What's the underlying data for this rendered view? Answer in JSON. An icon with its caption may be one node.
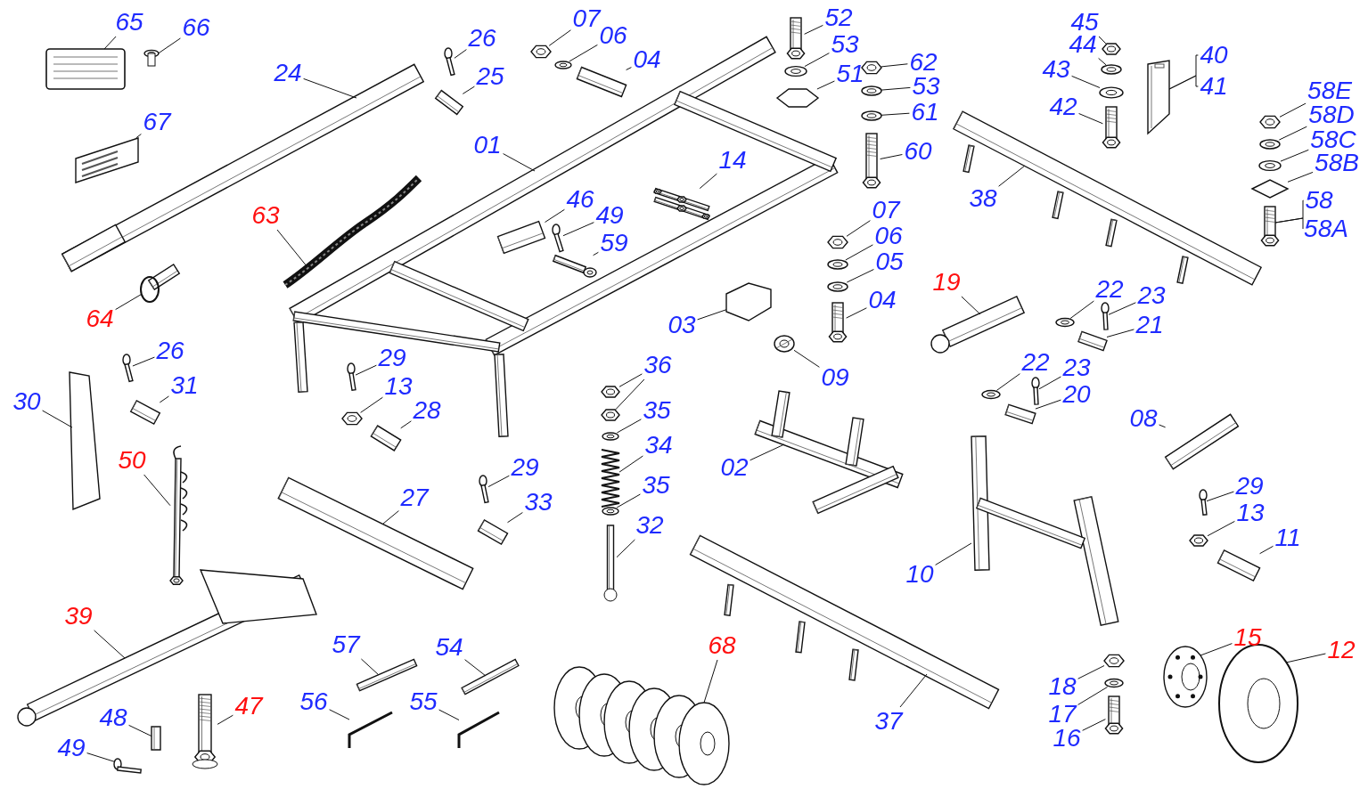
{
  "diagram": {
    "nodes": [
      {
        "text": [
          "65"
        ]
      },
      {
        "text": [
          "66"
        ]
      },
      {
        "text": [
          "26"
        ]
      },
      {
        "text": [
          "07"
        ]
      },
      {
        "text": [
          "06"
        ]
      },
      {
        "text": [
          "04"
        ]
      },
      {
        "text": [
          "52"
        ]
      },
      {
        "text": [
          "45"
        ]
      },
      {
        "text": [
          "24"
        ]
      },
      {
        "text": [
          "25"
        ]
      },
      {
        "text": [
          "53"
        ]
      },
      {
        "text": [
          "44"
        ]
      },
      {
        "text": [
          "40"
        ]
      },
      {
        "text": [
          "62"
        ]
      },
      {
        "text": [
          "51"
        ]
      },
      {
        "text": [
          "43"
        ]
      },
      {
        "text": [
          "53"
        ]
      },
      {
        "text": [
          "41"
        ]
      },
      {
        "text": [
          "42"
        ]
      },
      {
        "text": [
          "67"
        ]
      },
      {
        "text": [
          "61"
        ]
      },
      {
        "text": [
          "01"
        ]
      },
      {
        "text": [
          "60"
        ]
      },
      {
        "text": [
          "14"
        ]
      },
      {
        "text": [
          "58E"
        ]
      },
      {
        "text": [
          "58D"
        ]
      },
      {
        "text": [
          "58C"
        ]
      },
      {
        "text": [
          "58B"
        ]
      },
      {
        "text": [
          "58"
        ]
      },
      {
        "text": [
          "58A"
        ]
      },
      {
        "text": [
          "38"
        ]
      },
      {
        "text": [
          "63"
        ]
      },
      {
        "text": [
          "46"
        ]
      },
      {
        "text": [
          "49"
        ]
      },
      {
        "text": [
          "59"
        ]
      },
      {
        "text": [
          "07"
        ]
      },
      {
        "text": [
          "06"
        ]
      },
      {
        "text": [
          "05"
        ]
      },
      {
        "text": [
          "04"
        ]
      },
      {
        "text": [
          "64"
        ]
      },
      {
        "text": [
          "19"
        ]
      },
      {
        "text": [
          "22"
        ]
      },
      {
        "text": [
          "23"
        ]
      },
      {
        "text": [
          "21"
        ]
      },
      {
        "text": [
          "03"
        ]
      },
      {
        "text": [
          "09"
        ]
      },
      {
        "text": [
          "26"
        ]
      },
      {
        "text": [
          "29"
        ]
      },
      {
        "text": [
          "36"
        ]
      },
      {
        "text": [
          "31"
        ]
      },
      {
        "text": [
          "13"
        ]
      },
      {
        "text": [
          "30"
        ]
      },
      {
        "text": [
          "22"
        ]
      },
      {
        "text": [
          "23"
        ]
      },
      {
        "text": [
          "20"
        ]
      },
      {
        "text": [
          "35"
        ]
      },
      {
        "text": [
          "28"
        ]
      },
      {
        "text": [
          "08"
        ]
      },
      {
        "text": [
          "34"
        ]
      },
      {
        "text": [
          "50"
        ]
      },
      {
        "text": [
          "02"
        ]
      },
      {
        "text": [
          "29"
        ]
      },
      {
        "text": [
          "27"
        ]
      },
      {
        "text": [
          "33"
        ]
      },
      {
        "text": [
          "35"
        ]
      },
      {
        "text": [
          "29"
        ]
      },
      {
        "text": [
          "13"
        ]
      },
      {
        "text": [
          "32"
        ]
      },
      {
        "text": [
          "11"
        ]
      },
      {
        "text": [
          "10"
        ]
      },
      {
        "text": [
          "39"
        ]
      },
      {
        "text": [
          "57"
        ]
      },
      {
        "text": [
          "54"
        ]
      },
      {
        "text": [
          "68"
        ]
      },
      {
        "text": [
          "15"
        ]
      },
      {
        "text": [
          "12"
        ]
      },
      {
        "text": [
          "18"
        ]
      },
      {
        "text": [
          "56"
        ]
      },
      {
        "text": [
          "55"
        ]
      },
      {
        "text": [
          "48"
        ]
      },
      {
        "text": [
          "47"
        ]
      },
      {
        "text": [
          "17"
        ]
      },
      {
        "text": [
          "37"
        ]
      },
      {
        "text": [
          "16"
        ]
      },
      {
        "text": [
          "49"
        ]
      },
      {
        "text": [],
        "shape": "picture"
      },
      {
        "text": [],
        "shape": "picture"
      },
      {
        "text": [],
        "shape": "picture"
      },
      {
        "text": [],
        "shape": "picture"
      },
      {
        "text": [],
        "shape": "picture"
      },
      {
        "text": [],
        "shape": "picture"
      },
      {
        "text": [],
        "shape": "picture"
      },
      {
        "text": [],
        "shape": "picture"
      },
      {
        "text": [],
        "shape": "picture"
      },
      {
        "text": [],
        "shape": "picture"
      },
      {
        "text": [],
        "shape": "picture"
      },
      {
        "text": [],
        "shape": "picture"
      },
      {
        "text": [],
        "shape": "picture"
      },
      {
        "text": [],
        "shape": "picture"
      },
      {
        "text": [],
        "shape": "picture"
      },
      {
        "text": [],
        "shape": "picture"
      },
      {
        "text": [],
        "shape": "picture"
      },
      {
        "text": [],
        "shape": "picture"
      },
      {
        "text": [],
        "shape": "picture"
      },
      {
        "text": [],
        "shape": "picture"
      },
      {
        "text": [],
        "shape": "picture"
      },
      {
        "text": [],
        "shape": "picture"
      },
      {
        "text": [],
        "shape": "picture"
      },
      {
        "text": [],
        "shape": "picture"
      },
      {
        "text": [],
        "shape": "picture"
      },
      {
        "text": [],
        "shape": "picture"
      },
      {
        "text": [],
        "shape": "picture"
      },
      {
        "text": [],
        "shape": "picture"
      },
      {
        "text": [],
        "shape": "picture"
      },
      {
        "text": [],
        "shape": "picture"
      },
      {
        "text": [],
        "shape": "picture"
      },
      {
        "text": [],
        "shape": "picture"
      },
      {
        "text": [],
        "shape": "picture"
      },
      {
        "text": [],
        "shape": "picture"
      },
      {
        "text": [],
        "shape": "picture"
      },
      {
        "text": [],
        "shape": "picture"
      },
      {
        "text": [],
        "shape": "picture"
      },
      {
        "text": [],
        "shape": "picture"
      },
      {
        "text": [],
        "shape": "picture"
      },
      {
        "text": [],
        "shape": "picture"
      },
      {
        "text": [],
        "shape": "picture"
      },
      {
        "text": [],
        "shape": "picture"
      },
      {
        "text": [],
        "shape": "picture"
      },
      {
        "text": [],
        "shape": "picture"
      },
      {
        "text": [],
        "shape": "picture"
      },
      {
        "text": [],
        "shape": "picture"
      },
      {
        "text": [],
        "shape": "picture"
      },
      {
        "text": [],
        "shape": "picture"
      },
      {
        "text": [],
        "shape": "picture"
      },
      {
        "text": [],
        "shape": "picture"
      },
      {
        "text": [],
        "shape": "picture"
      },
      {
        "text": [],
        "shape": "picture"
      },
      {
        "text": [],
        "shape": "picture"
      },
      {
        "text": [],
        "shape": "picture"
      },
      {
        "text": [],
        "shape": "picture"
      },
      {
        "text": [],
        "shape": "picture"
      },
      {
        "text": [],
        "shape": "picture"
      },
      {
        "text": [],
        "shape": "picture"
      },
      {
        "text": [],
        "shape": "picture"
      },
      {
        "text": [],
        "shape": "picture"
      },
      {
        "text": [],
        "shape": "picture"
      },
      {
        "text": [],
        "shape": "picture"
      },
      {
        "text": [],
        "shape": "picture"
      },
      {
        "text": [],
        "shape": "picture"
      },
      {
        "text": [],
        "shape": "picture"
      },
      {
        "text": [],
        "shape": "picture"
      },
      {
        "text": [],
        "shape": "picture"
      },
      {
        "text": [],
        "shape": "picture"
      },
      {
        "text": [],
        "shape": "picture"
      },
      {
        "text": [],
        "shape": "picture"
      },
      {
        "text": [],
        "shape": "picture"
      },
      {
        "text": [],
        "shape": "picture"
      },
      {
        "text": [],
        "shape": "picture"
      },
      {
        "text": [],
        "shape": "picture"
      },
      {
        "text": [],
        "shape": "picture"
      },
      {
        "text": [],
        "shape": "picture"
      },
      {
        "text": [],
        "shape": "picture"
      },
      {
        "text": [],
        "shape": "picture"
      },
      {
        "text": [],
        "shape": "picture"
      },
      {
        "text": [],
        "shape": "picture"
      },
      {
        "text": [],
        "shape": "picture"
      },
      {
        "text": [],
        "shape": "picture"
      },
      {
        "text": [],
        "shape": "picture"
      },
      {
        "text": [],
        "shape": "picture"
      }
    ],
    "edges": [
      {
        "from": 0,
        "to": 85,
        "arrow": "none"
      },
      {
        "from": 1,
        "to": 86,
        "arrow": "none"
      },
      {
        "from": 2,
        "to": 87,
        "arrow": "none"
      },
      {
        "from": 3,
        "to": 88,
        "arrow": "none"
      },
      {
        "from": 4,
        "to": 89,
        "arrow": "none"
      },
      {
        "from": 5,
        "to": 90,
        "arrow": "none"
      },
      {
        "from": 6,
        "to": 91,
        "arrow": "none"
      },
      {
        "from": 7,
        "to": 92,
        "arrow": "none"
      },
      {
        "from": 8,
        "to": 93,
        "arrow": "none"
      },
      {
        "from": 9,
        "to": 94,
        "arrow": "none"
      },
      {
        "from": 10,
        "to": 95,
        "arrow": "none"
      },
      {
        "from": 11,
        "to": 96,
        "arrow": "none"
      },
      {
        "from": 12,
        "to": 97,
        "arrow": "none"
      },
      {
        "from": 13,
        "to": 98,
        "arrow": "none"
      },
      {
        "from": 14,
        "to": 99,
        "arrow": "none"
      },
      {
        "from": 15,
        "to": 100,
        "arrow": "none"
      },
      {
        "from": 16,
        "to": 101,
        "arrow": "none"
      },
      {
        "from": 17,
        "to": 97,
        "arrow": "none"
      },
      {
        "from": 18,
        "to": 102,
        "arrow": "none"
      },
      {
        "from": 19,
        "to": 103,
        "arrow": "none"
      },
      {
        "from": 20,
        "to": 104,
        "arrow": "none"
      },
      {
        "from": 21,
        "to": 105,
        "arrow": "none"
      },
      {
        "from": 22,
        "to": 106,
        "arrow": "none"
      },
      {
        "from": 23,
        "to": 107,
        "arrow": "none"
      },
      {
        "from": 24,
        "to": 108,
        "arrow": "none"
      },
      {
        "from": 25,
        "to": 109,
        "arrow": "none"
      },
      {
        "from": 26,
        "to": 110,
        "arrow": "none"
      },
      {
        "from": 27,
        "to": 111,
        "arrow": "none"
      },
      {
        "from": 28,
        "to": 112,
        "arrow": "none"
      },
      {
        "from": 29,
        "to": 112,
        "arrow": "none"
      },
      {
        "from": 30,
        "to": 113,
        "arrow": "none"
      },
      {
        "from": 31,
        "to": 114,
        "arrow": "none"
      },
      {
        "from": 32,
        "to": 115,
        "arrow": "none"
      },
      {
        "from": 33,
        "to": 116,
        "arrow": "none"
      },
      {
        "from": 34,
        "to": 117,
        "arrow": "none"
      },
      {
        "from": 35,
        "to": 118,
        "arrow": "none"
      },
      {
        "from": 36,
        "to": 119,
        "arrow": "none"
      },
      {
        "from": 37,
        "to": 120,
        "arrow": "none"
      },
      {
        "from": 38,
        "to": 121,
        "arrow": "none"
      },
      {
        "from": 39,
        "to": 122,
        "arrow": "none"
      },
      {
        "from": 40,
        "to": 123,
        "arrow": "none"
      },
      {
        "from": 41,
        "to": 124,
        "arrow": "none"
      },
      {
        "from": 42,
        "to": 125,
        "arrow": "none"
      },
      {
        "from": 43,
        "to": 126,
        "arrow": "none"
      },
      {
        "from": 44,
        "to": 127,
        "arrow": "none"
      },
      {
        "from": 45,
        "to": 128,
        "arrow": "none"
      },
      {
        "from": 46,
        "to": 129,
        "arrow": "none"
      },
      {
        "from": 47,
        "to": 130,
        "arrow": "none"
      },
      {
        "from": 48,
        "to": 131,
        "arrow": "none"
      },
      {
        "from": 49,
        "to": 132,
        "arrow": "none"
      },
      {
        "from": 50,
        "to": 133,
        "arrow": "none"
      },
      {
        "from": 51,
        "to": 134,
        "arrow": "none"
      },
      {
        "from": 52,
        "to": 135,
        "arrow": "none"
      },
      {
        "from": 53,
        "to": 136,
        "arrow": "none"
      },
      {
        "from": 54,
        "to": 137,
        "arrow": "none"
      },
      {
        "from": 55,
        "to": 138,
        "arrow": "none"
      },
      {
        "from": 56,
        "to": 139,
        "arrow": "none"
      },
      {
        "from": 57,
        "to": 140,
        "arrow": "none"
      },
      {
        "from": 58,
        "to": 141,
        "arrow": "none"
      },
      {
        "from": 59,
        "to": 142,
        "arrow": "none"
      },
      {
        "from": 60,
        "to": 143,
        "arrow": "none"
      },
      {
        "from": 61,
        "to": 144,
        "arrow": "none"
      },
      {
        "from": 62,
        "to": 145,
        "arrow": "none"
      },
      {
        "from": 63,
        "to": 146,
        "arrow": "none"
      },
      {
        "from": 64,
        "to": 147,
        "arrow": "none"
      },
      {
        "from": 65,
        "to": 148,
        "arrow": "none"
      },
      {
        "from": 66,
        "to": 149,
        "arrow": "none"
      },
      {
        "from": 67,
        "to": 150,
        "arrow": "none"
      },
      {
        "from": 68,
        "to": 151,
        "arrow": "none"
      },
      {
        "from": 69,
        "to": 152,
        "arrow": "none"
      },
      {
        "from": 70,
        "to": 153,
        "arrow": "none"
      },
      {
        "from": 71,
        "to": 154,
        "arrow": "none"
      },
      {
        "from": 72,
        "to": 155,
        "arrow": "none"
      },
      {
        "from": 73,
        "to": 156,
        "arrow": "none"
      },
      {
        "from": 74,
        "to": 157,
        "arrow": "none"
      },
      {
        "from": 75,
        "to": 158,
        "arrow": "none"
      },
      {
        "from": 76,
        "to": 159,
        "arrow": "none"
      },
      {
        "from": 77,
        "to": 160,
        "arrow": "none"
      },
      {
        "from": 78,
        "to": 161,
        "arrow": "none"
      },
      {
        "from": 79,
        "to": 162,
        "arrow": "none"
      },
      {
        "from": 80,
        "to": 163,
        "arrow": "none"
      },
      {
        "from": 81,
        "to": 164,
        "arrow": "none"
      },
      {
        "from": 82,
        "to": 165,
        "arrow": "none"
      },
      {
        "from": 83,
        "to": 166,
        "arrow": "none"
      },
      {
        "from": 84,
        "to": 167,
        "arrow": "none"
      },
      {
        "from": 48,
        "to": 168,
        "arrow": "none"
      }
    ]
  }
}
